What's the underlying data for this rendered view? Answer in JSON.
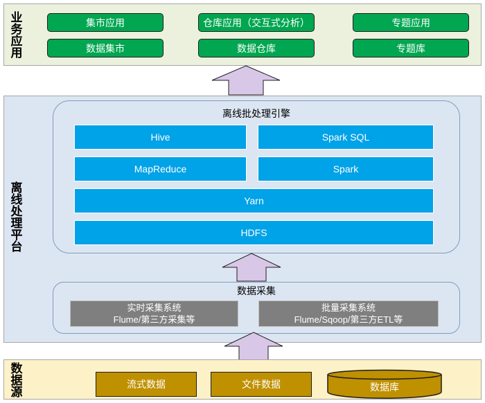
{
  "business": {
    "label": "业务应用",
    "row1": [
      "集市应用",
      "仓库应用（交互式分析）",
      "专题应用"
    ],
    "row2": [
      "数据集市",
      "数据仓库",
      "专题库"
    ]
  },
  "offline": {
    "label": "离线处理平台",
    "engine_title": "离线批处理引擎",
    "hive": "Hive",
    "spark_sql": "Spark SQL",
    "mapreduce": "MapReduce",
    "spark": "Spark",
    "yarn": "Yarn",
    "hdfs": "HDFS",
    "collect_title": "数据采集",
    "realtime_line1": "实时采集系统",
    "realtime_line2": "Flume/第三方采集等",
    "batch_line1": "批量采集系统",
    "batch_line2": "Flume/Sqoop/第三方ETL等"
  },
  "source": {
    "label": "数据源",
    "stream": "流式数据",
    "file": "文件数据",
    "db": "数据库"
  },
  "colors": {
    "green": "#00a650",
    "blue": "#00a2e8",
    "gray": "#7f7f7f",
    "gold": "#bf9000",
    "arrow": "#d9c7e8"
  }
}
